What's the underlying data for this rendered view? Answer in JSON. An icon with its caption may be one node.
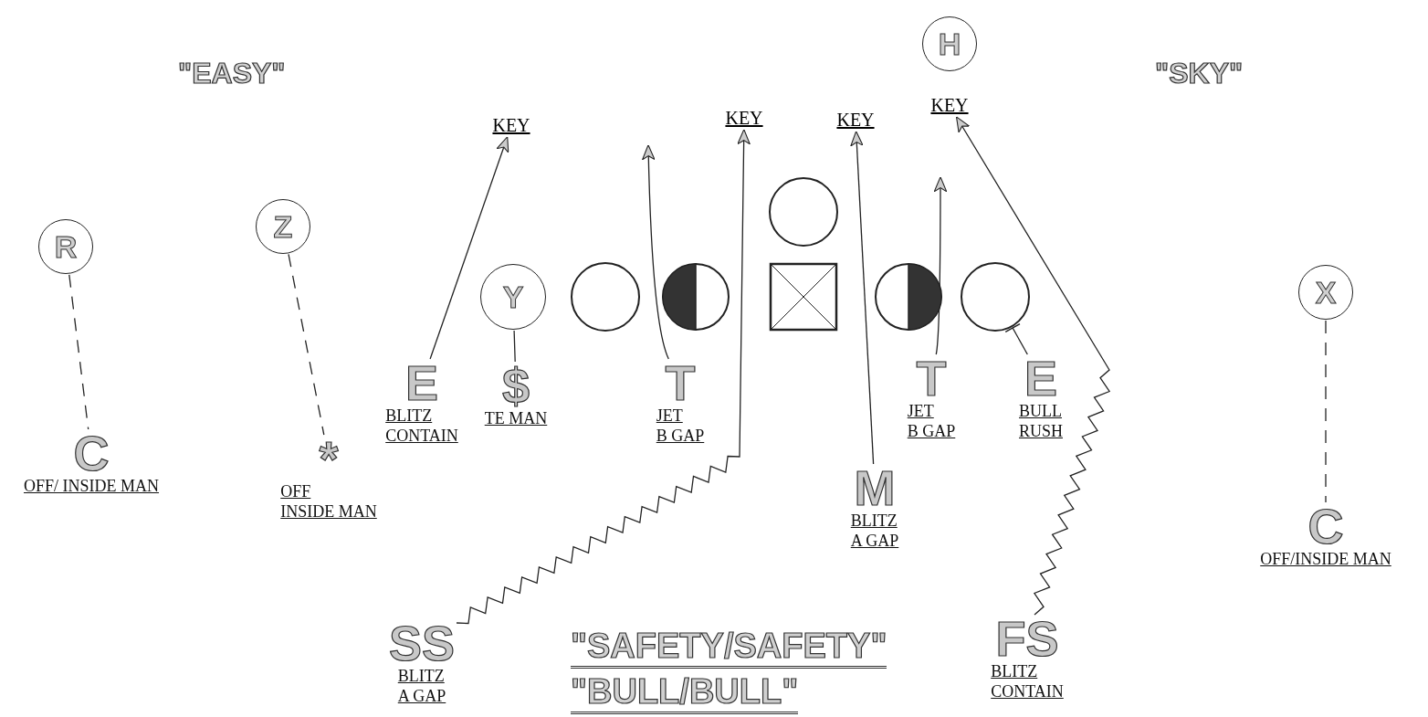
{
  "diagram": {
    "nodes": [
      {
        "text": [
          "R"
        ]
      },
      {
        "text": [
          "Z"
        ]
      },
      {
        "text": [
          "Y"
        ]
      },
      {
        "text": [],
        "shape": "circle"
      },
      {
        "text": [],
        "shape": "circle"
      },
      {
        "text": [],
        "shape": "box"
      },
      {
        "text": [],
        "shape": "circle"
      },
      {
        "text": [],
        "shape": "circle"
      },
      {
        "text": [],
        "shape": "circle"
      },
      {
        "text": [
          "H"
        ]
      },
      {
        "text": [
          "X"
        ]
      },
      {
        "text": [
          "C",
          "OFF/ INSIDE MAN"
        ]
      },
      {
        "text": [
          "*",
          "OFF INSIDE MAN"
        ]
      },
      {
        "text": [
          "E",
          "BLITZ CONTAIN"
        ]
      },
      {
        "text": [
          "$",
          "TE MAN"
        ]
      },
      {
        "text": [
          "T",
          "JET B GAP"
        ]
      },
      {
        "text": [
          "T",
          "JET B GAP"
        ]
      },
      {
        "text": [
          "E",
          "BULL RUSH"
        ]
      },
      {
        "text": [
          "M",
          "BLITZ A GAP"
        ]
      },
      {
        "text": [
          "SS",
          "BLITZ A GAP"
        ]
      },
      {
        "text": [
          "FS",
          "BLITZ CONTAIN"
        ]
      },
      {
        "text": [
          "C",
          "OFF/INSIDE MAN"
        ]
      },
      {
        "text": [
          "KEY"
        ]
      },
      {
        "text": [
          "KEY"
        ]
      },
      {
        "text": [
          "KEY"
        ]
      },
      {
        "text": [
          "KEY"
        ]
      }
    ],
    "edges": [
      {
        "from": 0,
        "to": 11,
        "arrow": "none",
        "style": "dashed"
      },
      {
        "from": 1,
        "to": 12,
        "arrow": "none",
        "style": "dashed"
      },
      {
        "from": 10,
        "to": 21,
        "arrow": "none",
        "style": "dashed"
      },
      {
        "from": 2,
        "to": 14,
        "arrow": "none"
      },
      {
        "from": 13,
        "to": 22,
        "arrow": "to"
      },
      {
        "from": 15,
        "to": null,
        "arrow": "to"
      },
      {
        "from": 19,
        "to": 23,
        "arrow": "to"
      },
      {
        "from": 18,
        "to": 24,
        "arrow": "to"
      },
      {
        "from": 16,
        "to": null,
        "arrow": "to"
      },
      {
        "from": 17,
        "to": 8,
        "arrow": "other"
      },
      {
        "from": 20,
        "to": 25,
        "arrow": "to"
      }
    ],
    "labels": [
      "\"EASY\"",
      "\"SKY\"",
      "\"SAFETY/SAFETY\"",
      "\"BULL/BULL\""
    ]
  }
}
